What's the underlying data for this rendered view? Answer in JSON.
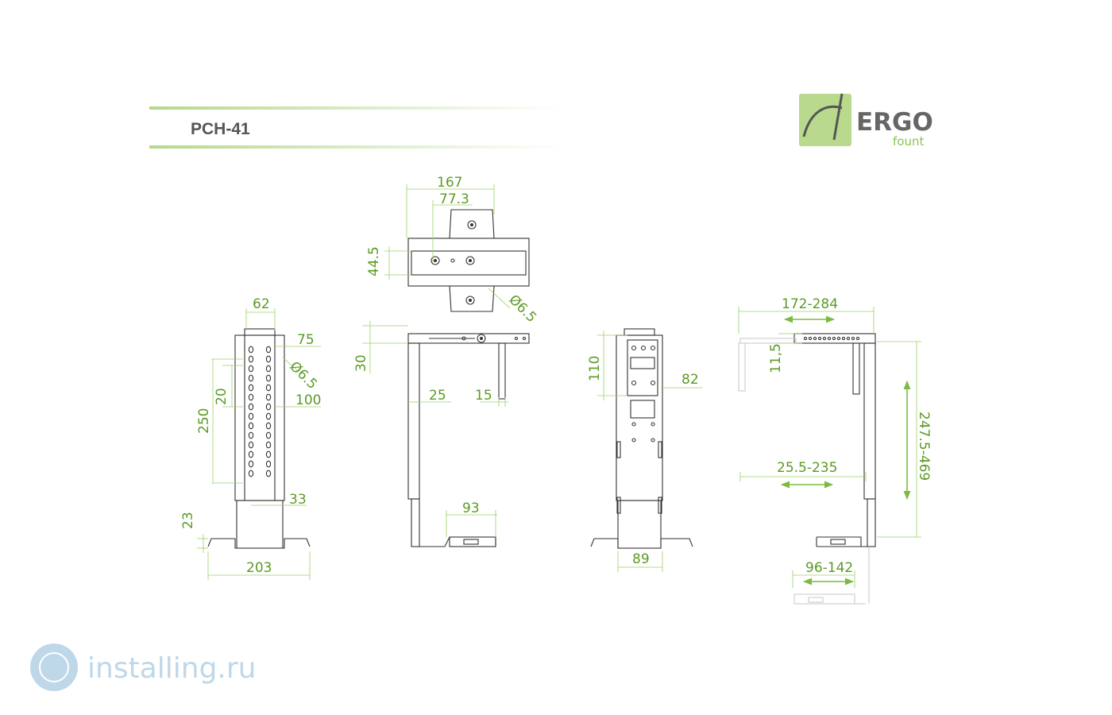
{
  "header": {
    "model": "PCH-41",
    "brand_main": "ERGO",
    "brand_sub": "fount"
  },
  "dimensions": {
    "top_width": "167",
    "top_hole_spacing": "77.3",
    "top_depth": "44.5",
    "top_hole_dia": "Ø6.5",
    "front_top_width": "62",
    "front_side_75": "75",
    "front_hole_dia": "Ø6.5",
    "front_pitch": "20",
    "front_100": "100",
    "front_height": "250",
    "front_33": "33",
    "front_base_h": "23",
    "front_base_w": "203",
    "side_30": "30",
    "side_25": "25",
    "side_15": "15",
    "side_93": "93",
    "back_110": "110",
    "back_82": "82",
    "back_89": "89",
    "adj_width": "172-284",
    "adj_11": "11,5",
    "adj_slide": "25.5-235",
    "adj_height": "247.5-469",
    "adj_base": "96-142"
  },
  "watermark": {
    "text": "installing.ru"
  },
  "colors": {
    "accent_green": "#8dc353",
    "dimension_text": "#5c9a25",
    "line": "#333333",
    "watermark": "#b3d1e6"
  }
}
